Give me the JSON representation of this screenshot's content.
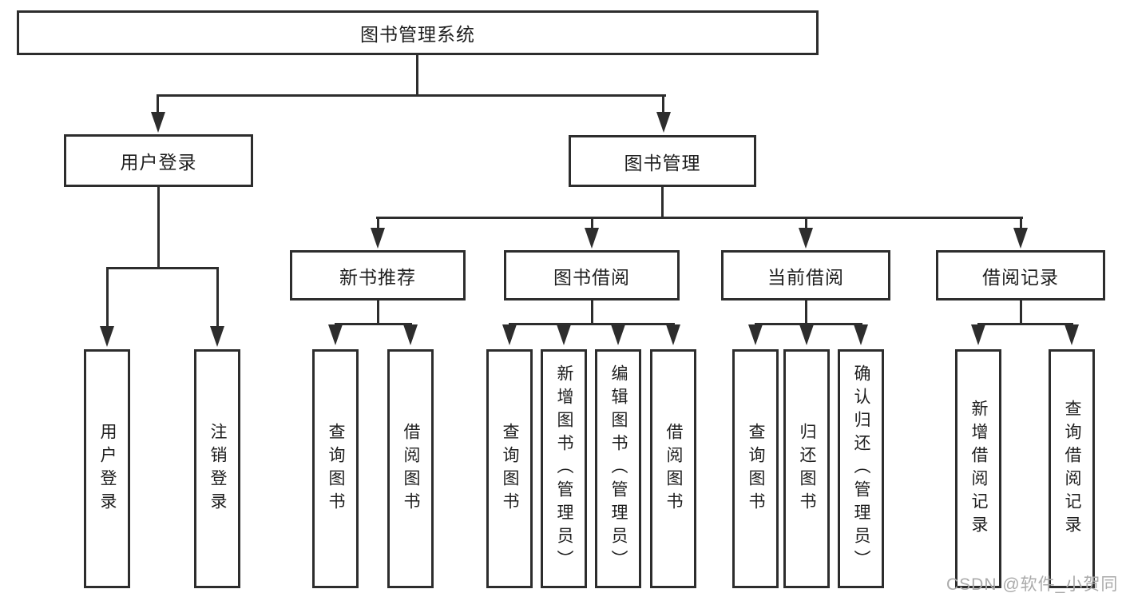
{
  "tree": {
    "root": "图书管理系统",
    "branches": [
      {
        "label": "用户登录",
        "leaves": [
          "用户登录",
          "注销登录"
        ]
      },
      {
        "label": "图书管理",
        "groups": [
          {
            "label": "新书推荐",
            "leaves": [
              "查询图书",
              "借阅图书"
            ]
          },
          {
            "label": "图书借阅",
            "leaves": [
              "查询图书",
              "新增图书（管理员）",
              "编辑图书（管理员）",
              "借阅图书"
            ]
          },
          {
            "label": "当前借阅",
            "leaves": [
              "查询图书",
              "归还图书",
              "确认归还（管理员）"
            ]
          },
          {
            "label": "借阅记录",
            "leaves": [
              "新增借阅记录",
              "查询借阅记录"
            ]
          }
        ]
      }
    ]
  },
  "watermark": "CSDN @软件_小贺同学",
  "colors": {
    "line": "#2d2d2d",
    "box_border": "#2d2d2d",
    "text": "#1e1e1e",
    "watermark": "#aaaaaa",
    "background": "#ffffff"
  }
}
